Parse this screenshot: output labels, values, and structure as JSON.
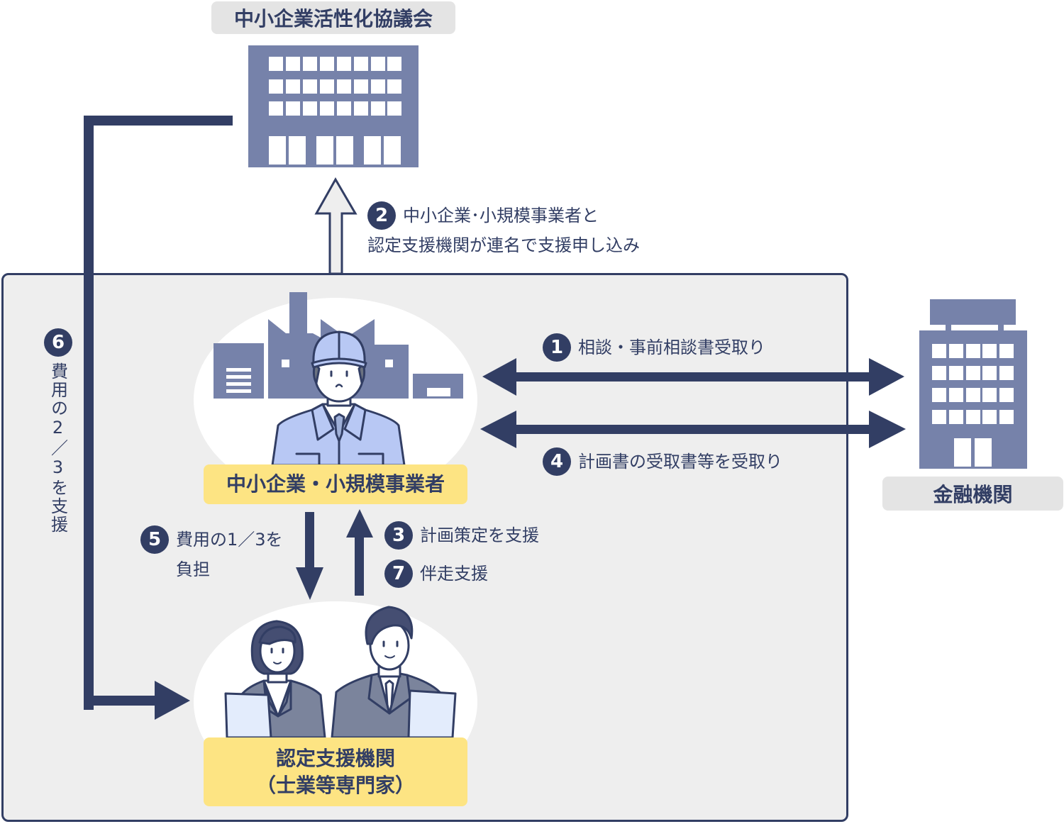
{
  "nodes": {
    "council": {
      "label": "中小企業活性化協議会"
    },
    "sme": {
      "label": "中小企業・小規模事業者"
    },
    "bank": {
      "label": "金融機関"
    },
    "support_org": {
      "label_line1": "認定支援機関",
      "label_line2": "（士業等専門家）"
    }
  },
  "steps": {
    "s1": {
      "number": "1",
      "text": "相談・事前相談書受取り"
    },
    "s2": {
      "number": "2",
      "line1": "中小企業･小規模事業者と",
      "line2": "認定支援機関が連名で支援申し込み"
    },
    "s3": {
      "number": "3",
      "text": "計画策定を支援"
    },
    "s4": {
      "number": "4",
      "text": "計画書の受取書等を受取り"
    },
    "s5": {
      "number": "5",
      "line1": "費用の1／3を",
      "line2": "負担"
    },
    "s6": {
      "number": "6",
      "text": "費用の2／3を支援"
    },
    "s7": {
      "number": "7",
      "text": "伴走支援"
    }
  },
  "colors": {
    "navy": "#323e64",
    "building": "#7682aa",
    "panel": "#eeeeee",
    "label_gray": "#e4e4e4",
    "label_yellow": "#fde483",
    "worker_blue": "#b8c8f4",
    "suit_gray": "#7b849c"
  }
}
